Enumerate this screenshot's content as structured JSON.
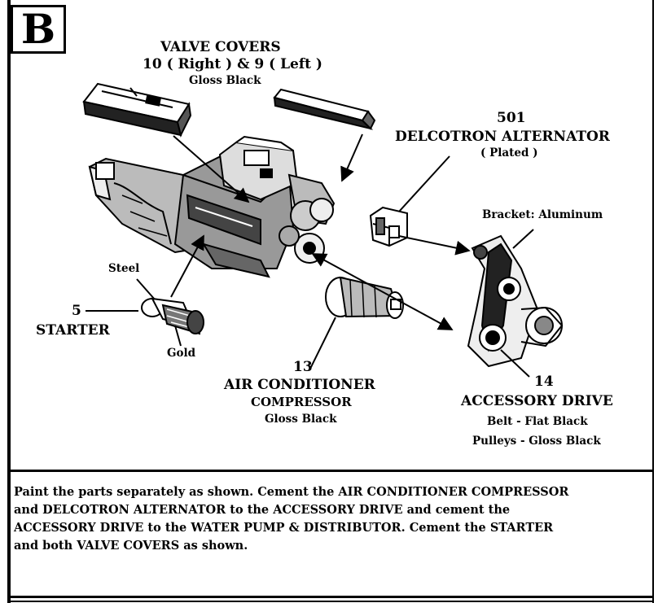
{
  "step_letter": "B",
  "labels": {
    "valve_covers": {
      "title": "VALVE COVERS",
      "part_line": "10 ( Right )  &  9 ( Left )",
      "finish": "Gloss Black"
    },
    "alternator": {
      "number": "501",
      "title": "DELCOTRON ALTERNATOR",
      "finish": "( Plated )"
    },
    "bracket": "Bracket: Aluminum",
    "starter": {
      "material_top": "Steel",
      "number": "5",
      "title": "STARTER",
      "material_bottom": "Gold"
    },
    "compressor": {
      "number": "13",
      "title_line1": "AIR CONDITIONER",
      "title_line2": "COMPRESSOR",
      "finish": "Gloss Black"
    },
    "accessory_drive": {
      "number": "14",
      "title": "ACCESSORY DRIVE",
      "belt": "Belt - Flat Black",
      "pulleys": "Pulleys - Gloss Black"
    }
  },
  "instructions": [
    "Paint the parts separately as shown. Cement the AIR CONDITIONER COMPRESSOR",
    "and DELCOTRON ALTERNATOR to the ACCESSORY DRIVE and cement the",
    "ACCESSORY DRIVE to the WATER PUMP & DISTRIBUTOR. Cement the STARTER",
    "and both VALVE COVERS as shown."
  ]
}
